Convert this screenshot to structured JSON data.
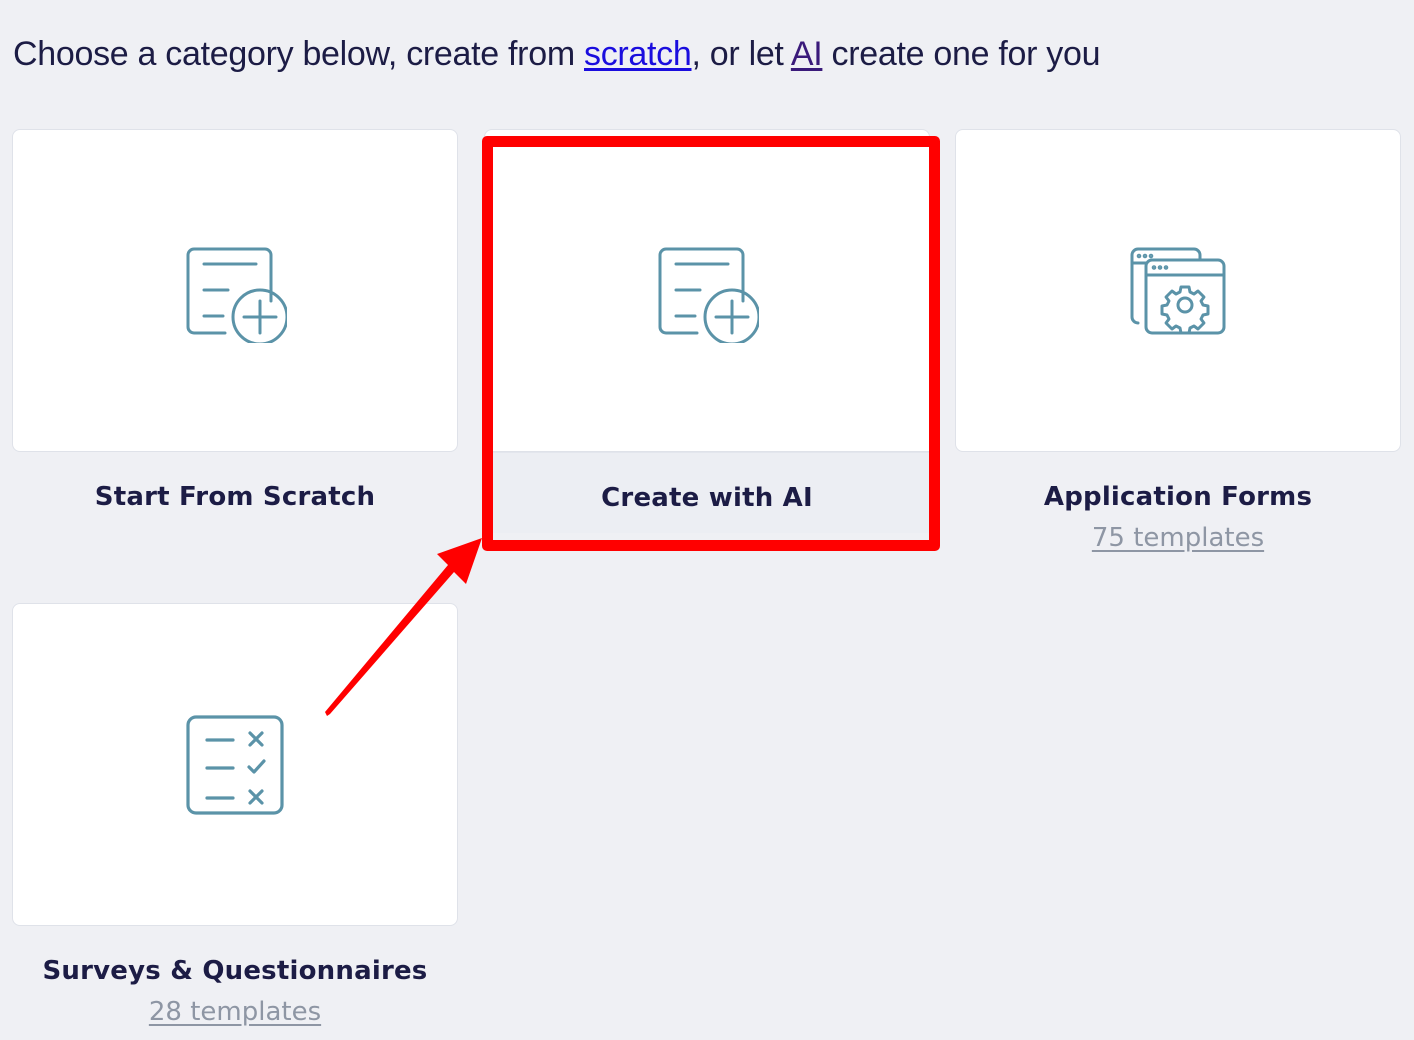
{
  "intro": {
    "prefix": "Choose a category below, create from ",
    "scratch_link": "scratch",
    "middle": ", or let ",
    "ai_link": "AI",
    "suffix": " create one for you"
  },
  "categories": [
    {
      "label": "Start From Scratch",
      "icon": "document-plus-icon",
      "count": null
    },
    {
      "label": "Create with AI",
      "icon": "document-plus-icon",
      "count": null,
      "highlighted": true
    },
    {
      "label": "Application Forms",
      "icon": "windows-gear-icon",
      "count": "75 templates"
    },
    {
      "label": "Surveys & Questionnaires",
      "icon": "checklist-icon",
      "count": "28 templates"
    }
  ],
  "annotation": {
    "highlight_color": "#ff0000",
    "target": "Create with AI"
  },
  "colors": {
    "background": "#eff0f4",
    "text": "#1c1c45",
    "icon": "#5b93a8",
    "muted": "#8e96a4",
    "link": "#1a0dde",
    "visited_link": "#3a1a7a"
  }
}
